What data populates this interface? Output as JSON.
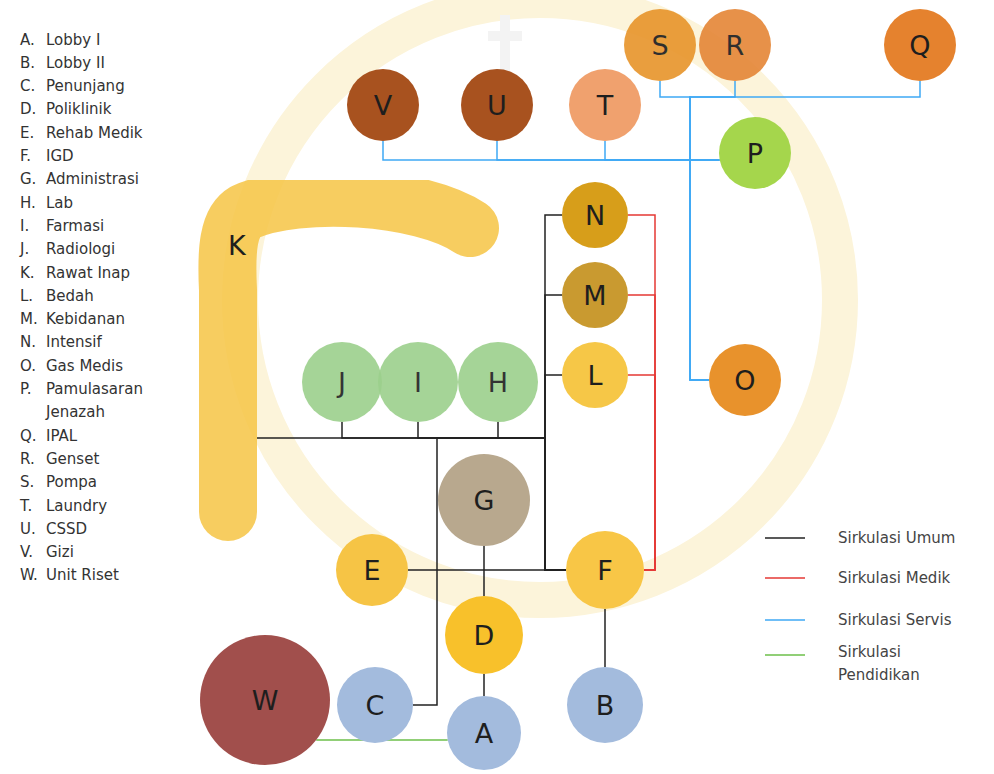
{
  "diagram": {
    "nodes": [
      {
        "text": [
          "S"
        ]
      },
      {
        "text": [
          "R"
        ]
      },
      {
        "text": [
          "Q"
        ]
      },
      {
        "text": [
          "V"
        ]
      },
      {
        "text": [
          "U"
        ]
      },
      {
        "text": [
          "T"
        ]
      },
      {
        "text": [
          "P"
        ]
      },
      {
        "text": [
          "K"
        ]
      },
      {
        "text": [
          "N"
        ]
      },
      {
        "text": [
          "M"
        ]
      },
      {
        "text": [
          "J"
        ]
      },
      {
        "text": [
          "I"
        ]
      },
      {
        "text": [
          "H"
        ]
      },
      {
        "text": [
          "L"
        ]
      },
      {
        "text": [
          "O"
        ]
      },
      {
        "text": [
          "G"
        ]
      },
      {
        "text": [
          "E"
        ]
      },
      {
        "text": [
          "F"
        ]
      },
      {
        "text": [
          "D"
        ]
      },
      {
        "text": [
          "C"
        ]
      },
      {
        "text": [
          "B"
        ]
      },
      {
        "text": [
          "W"
        ]
      },
      {
        "text": [
          "A"
        ]
      }
    ],
    "edges": [
      {
        "from": 16,
        "to": 17,
        "arrow": "none"
      },
      {
        "from": 8,
        "to": 17,
        "arrow": "none"
      },
      {
        "from": 9,
        "to": 17,
        "arrow": "none"
      },
      {
        "from": 13,
        "to": 17,
        "arrow": "none"
      },
      {
        "from": 10,
        "to": 17,
        "arrow": "none"
      },
      {
        "from": 11,
        "to": 17,
        "arrow": "none"
      },
      {
        "from": 12,
        "to": 17,
        "arrow": "none"
      },
      {
        "from": 7,
        "to": 17,
        "arrow": "none"
      },
      {
        "from": 19,
        "to": 17,
        "arrow": "none"
      },
      {
        "from": 15,
        "to": 18,
        "arrow": "none"
      },
      {
        "from": 18,
        "to": 22,
        "arrow": "none"
      },
      {
        "from": 17,
        "to": 20,
        "arrow": "none"
      },
      {
        "from": 8,
        "to": 17,
        "arrow": "none"
      },
      {
        "from": 9,
        "to": 17,
        "arrow": "none"
      },
      {
        "from": 13,
        "to": 17,
        "arrow": "none"
      },
      {
        "from": 3,
        "to": 6,
        "arrow": "none"
      },
      {
        "from": 4,
        "to": 6,
        "arrow": "none"
      },
      {
        "from": 5,
        "to": 6,
        "arrow": "none"
      },
      {
        "from": 0,
        "to": 14,
        "arrow": "none"
      },
      {
        "from": 1,
        "to": 14,
        "arrow": "none"
      },
      {
        "from": 2,
        "to": 14,
        "arrow": "none"
      },
      {
        "from": 21,
        "to": 22,
        "arrow": "none"
      }
    ],
    "labels": [
      "A.",
      "Lobby I",
      "B.",
      "Lobby II",
      "C.",
      "Penunjang",
      "D.",
      "Poliklinik",
      "E.",
      "Rehab Medik",
      "F.",
      "IGD",
      "G.",
      "Administrasi",
      "H.",
      "Lab",
      "I.",
      "Farmasi",
      "J.",
      "Radiologi",
      "K.",
      "Rawat Inap",
      "L.",
      "Bedah",
      "M.",
      "Kebidanan",
      "N.",
      "Intensif",
      "O.",
      "Gas Medis",
      "P.",
      "Pamulasaran Jenazah",
      "Q.",
      "IPAL",
      "R.",
      "Genset",
      "S.",
      "Pompa",
      "T.",
      "Laundry",
      "U.",
      "CSSD",
      "V.",
      "Gizi",
      "W.",
      "Unit Riset"
    ],
    "legend": [
      {
        "text": "Sirkulasi Umum"
      },
      {
        "text": "Sirkulasi Medik"
      },
      {
        "text": "Sirkulasi Servis"
      },
      {
        "text": "Sirkulasi Pendidikan"
      }
    ]
  }
}
